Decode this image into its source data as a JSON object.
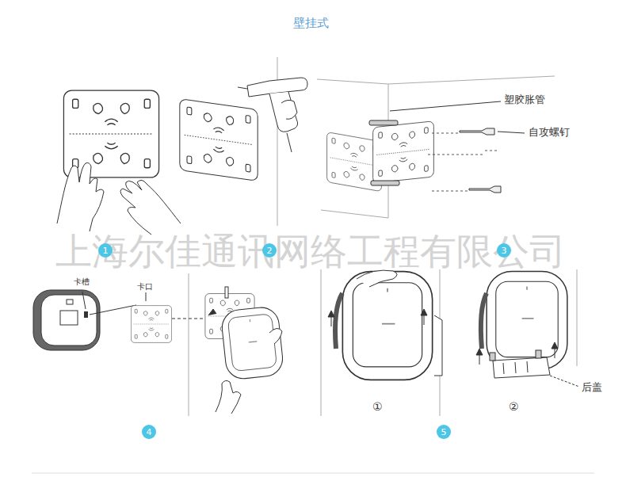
{
  "diagram": {
    "title": "壁挂式",
    "nodes": [
      {
        "text": [
          "1"
        ]
      },
      {
        "text": [
          "2"
        ]
      },
      {
        "text": [
          "3"
        ]
      },
      {
        "text": [
          "4"
        ]
      },
      {
        "text": [
          "5"
        ]
      }
    ],
    "labels": [
      "上海尔佳通讯网络工程有限公司",
      "塑胶胀管",
      "自攻螺钉",
      "卡槽",
      "卡口",
      "①",
      "②",
      "后盖"
    ]
  }
}
